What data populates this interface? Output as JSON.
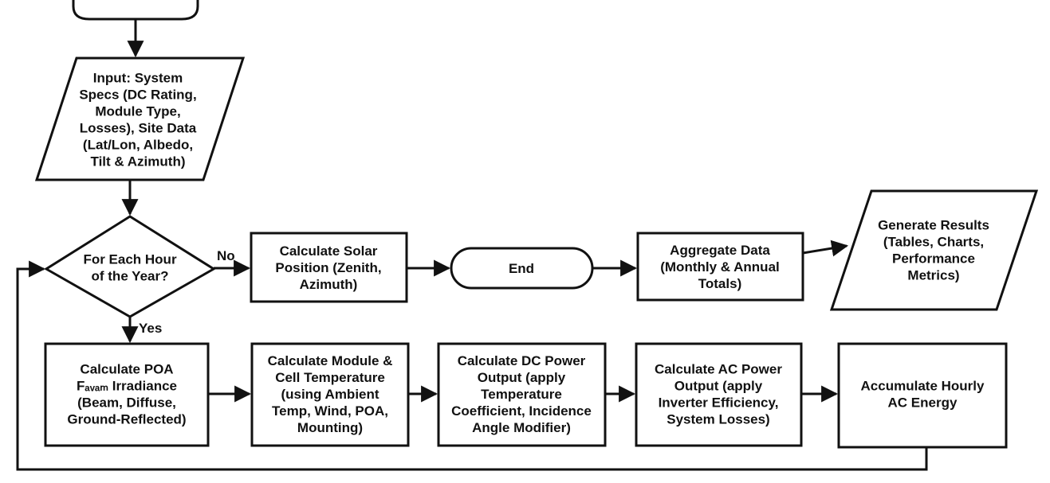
{
  "nodes": {
    "start": {
      "lines": []
    },
    "input": {
      "lines": [
        "Input: System",
        "Specs (DC Rating,",
        "Module Type,",
        "Losses), Site Data",
        "(Lat/Lon, Albedo,",
        "Tilt & Azimuth)"
      ]
    },
    "decision": {
      "lines": [
        "For Each Hour",
        "of the Year?"
      ]
    },
    "solar_position": {
      "lines": [
        "Calculate Solar",
        "Position (Zenith,",
        "Azimuth)"
      ]
    },
    "end": {
      "lines": [
        "End"
      ]
    },
    "aggregate": {
      "lines": [
        "Aggregate Data",
        "(Monthly & Annual",
        "Totals)"
      ]
    },
    "results": {
      "lines": [
        "Generate Results",
        "(Tables, Charts,",
        "Performance",
        "Metrics)"
      ]
    },
    "poa": {
      "lines": [
        "Calculate POA",
        "Fₐᵥₐₘ Irradiance",
        "(Beam, Diffuse,",
        "Ground-Reflected)"
      ]
    },
    "temperature": {
      "lines": [
        "Calculate Module &",
        "Cell Temperature",
        "(using Ambient",
        "Temp, Wind, POA,",
        "Mounting)"
      ]
    },
    "dc_power": {
      "lines": [
        "Calculate DC Power",
        "Output (apply",
        "Temperature",
        "Coefficient, Incidence",
        "Angle Modifier)"
      ]
    },
    "ac_power": {
      "lines": [
        "Calculate AC Power",
        "Output (apply",
        "Inverter Efficiency,",
        "System Losses)"
      ]
    },
    "accumulate": {
      "lines": [
        "Accumulate Hourly",
        "AC Energy"
      ]
    }
  },
  "edge_labels": {
    "no": "No",
    "yes": "Yes"
  },
  "colors": {
    "stroke": "#111111",
    "fill": "#ffffff",
    "text": "#111111"
  }
}
